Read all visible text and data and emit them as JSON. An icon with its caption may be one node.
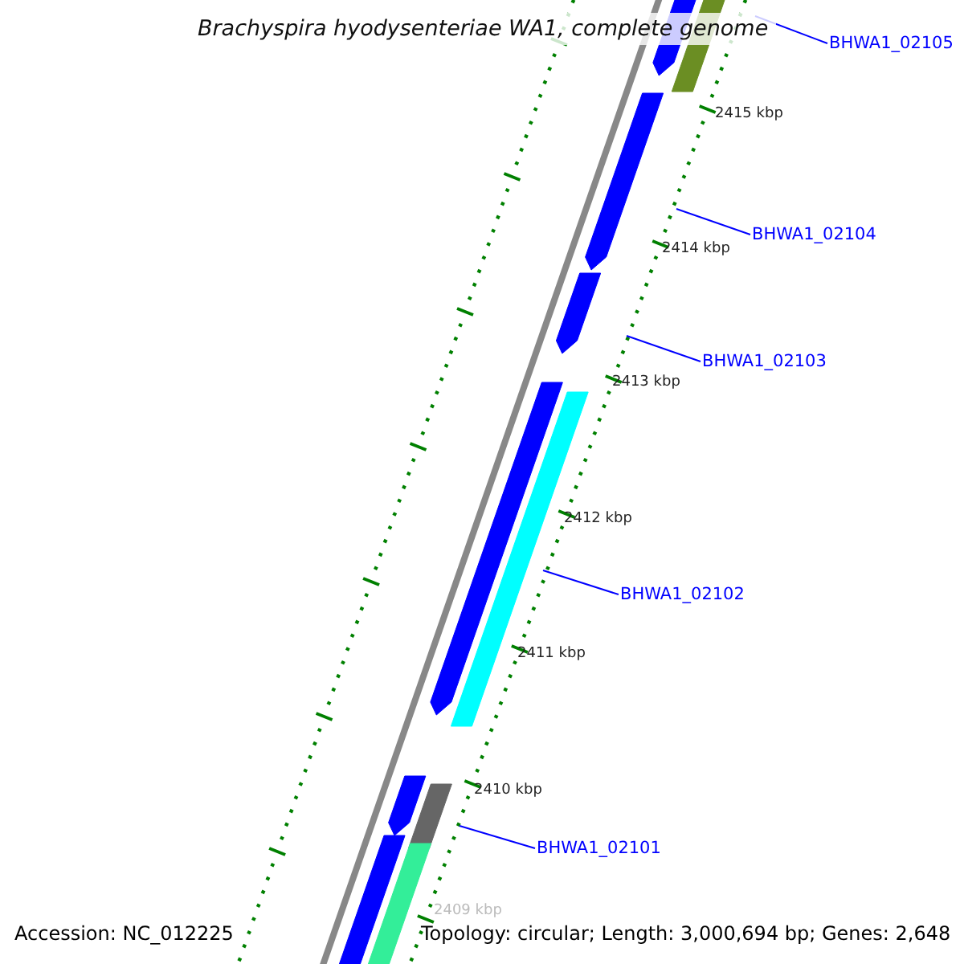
{
  "diagram": {
    "title": "Brachyspira hyodysenteriae WA1, complete genome",
    "nodes": [
      {
        "text": [
          "BHWA1_02105"
        ]
      },
      {
        "text": [
          "BHWA1_02104"
        ]
      },
      {
        "text": [
          "BHWA1_02103"
        ]
      },
      {
        "text": [
          "BHWA1_02102"
        ]
      },
      {
        "text": [
          "BHWA1_02101"
        ]
      }
    ],
    "edges": [
      {
        "from": 0,
        "to": null,
        "arrow": "none"
      },
      {
        "from": 1,
        "to": null,
        "arrow": "none"
      },
      {
        "from": 2,
        "to": null,
        "arrow": "none"
      },
      {
        "from": 3,
        "to": null,
        "arrow": "none"
      },
      {
        "from": 4,
        "to": null,
        "arrow": "none"
      }
    ],
    "labels": [
      "2415 kbp",
      "2414 kbp",
      "2413 kbp",
      "2412 kbp",
      "2411 kbp",
      "2410 kbp",
      "2409 kbp",
      "Accession: NC_012225",
      "Topology: circular; Length: 3,000,694 bp; Genes: 2,648"
    ]
  }
}
